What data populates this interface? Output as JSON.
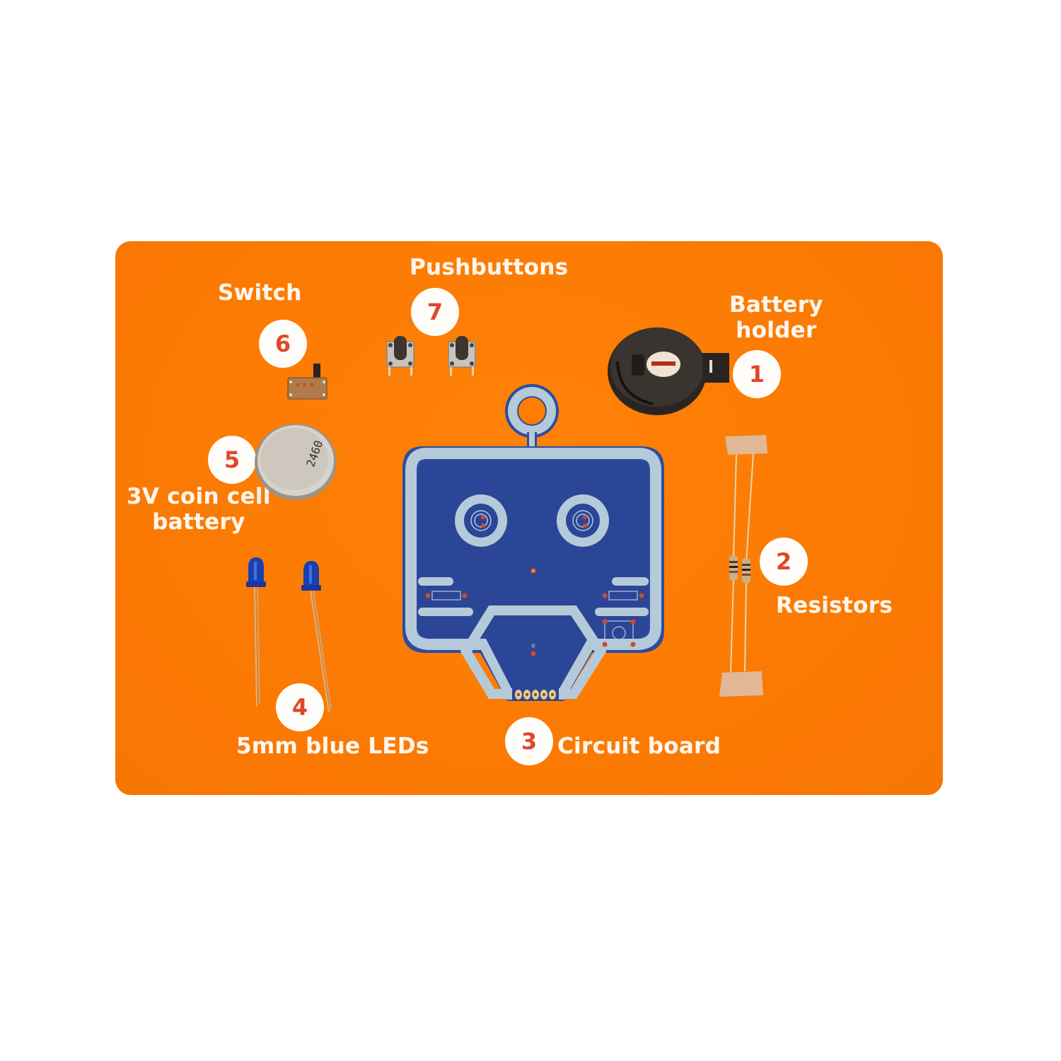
{
  "panel": {
    "background_color": "#ff7d05",
    "badge_text_color": "#e0472a",
    "label_color": "#fff6ec"
  },
  "components": [
    {
      "number": "1",
      "label_line1": "Battery",
      "label_line2": "holder"
    },
    {
      "number": "2",
      "label": "Resistors"
    },
    {
      "number": "3",
      "label": "Circuit board"
    },
    {
      "number": "4",
      "label": "5mm blue LEDs"
    },
    {
      "number": "5",
      "label_line1": "3V coin cell",
      "label_line2": "battery",
      "battery_marking": "2460"
    },
    {
      "number": "6",
      "label": "Switch"
    },
    {
      "number": "7",
      "label": "Pushbuttons"
    }
  ]
}
